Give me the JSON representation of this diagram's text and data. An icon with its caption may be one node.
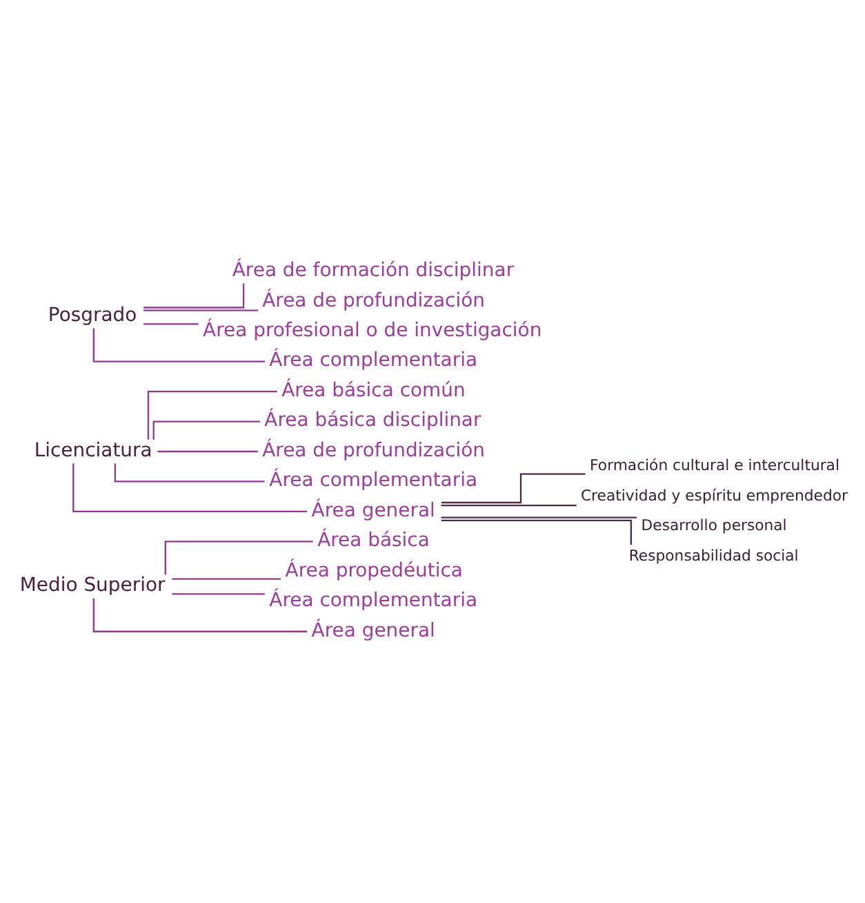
{
  "diagram": {
    "nodes": [
      {
        "text": [
          "Medio Superior"
        ]
      },
      {
        "text": [
          "Área básica"
        ]
      },
      {
        "text": [
          "Área propedéutica"
        ]
      },
      {
        "text": [
          "Área complementaria"
        ]
      },
      {
        "text": [
          "Área general"
        ]
      },
      {
        "text": [
          "Licenciatura"
        ]
      },
      {
        "text": [
          "Área básica común"
        ]
      },
      {
        "text": [
          "Área básica disciplinar"
        ]
      },
      {
        "text": [
          "Área de profundización"
        ]
      },
      {
        "text": [
          "Área complementaria"
        ]
      },
      {
        "text": [
          "Área general"
        ]
      },
      {
        "text": [
          "Formación cultural e intercultural"
        ]
      },
      {
        "text": [
          "Creatividad y espíritu emprendedor"
        ]
      },
      {
        "text": [
          "Desarrollo personal"
        ]
      },
      {
        "text": [
          "Responsabilidad social"
        ]
      },
      {
        "text": [
          "Posgrado"
        ]
      },
      {
        "text": [
          "Área de formación disciplinar"
        ]
      },
      {
        "text": [
          "Área de profundización"
        ]
      },
      {
        "text": [
          "Área profesional o de investigación"
        ]
      },
      {
        "text": [
          "Área complementaria"
        ]
      }
    ],
    "edges": [
      {
        "from": 0,
        "to": 1,
        "arrow": "none"
      },
      {
        "from": 0,
        "to": 2,
        "arrow": "none"
      },
      {
        "from": 0,
        "to": 3,
        "arrow": "none"
      },
      {
        "from": 0,
        "to": 4,
        "arrow": "none"
      },
      {
        "from": 5,
        "to": 6,
        "arrow": "none"
      },
      {
        "from": 5,
        "to": 7,
        "arrow": "none"
      },
      {
        "from": 5,
        "to": 8,
        "arrow": "none"
      },
      {
        "from": 5,
        "to": 9,
        "arrow": "none"
      },
      {
        "from": 5,
        "to": 10,
        "arrow": "none"
      },
      {
        "from": 10,
        "to": 11,
        "arrow": "none",
        "color": "#4a2a45"
      },
      {
        "from": 10,
        "to": 12,
        "arrow": "none",
        "color": "#4a2a45"
      },
      {
        "from": 10,
        "to": 13,
        "arrow": "none",
        "color": "#4a2a45"
      },
      {
        "from": 10,
        "to": 14,
        "arrow": "none",
        "color": "#4a2a45"
      },
      {
        "from": 15,
        "to": 16,
        "arrow": "none"
      },
      {
        "from": 15,
        "to": 17,
        "arrow": "none"
      },
      {
        "from": 15,
        "to": 18,
        "arrow": "none"
      },
      {
        "from": 15,
        "to": 19,
        "arrow": "none"
      }
    ]
  }
}
